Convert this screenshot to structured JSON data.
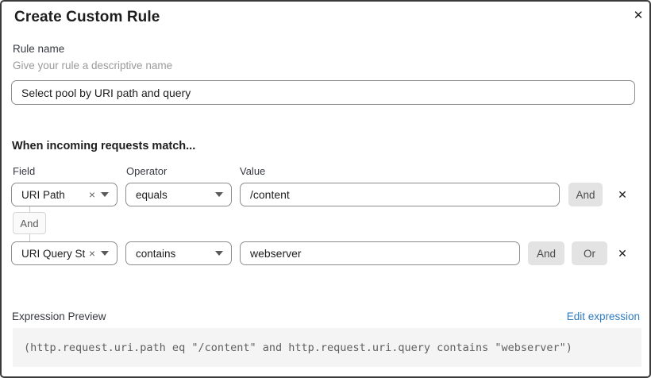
{
  "dialog": {
    "title": "Create Custom Rule"
  },
  "icons": {
    "close": "✕",
    "remove_option": "×",
    "delete_row": "✕"
  },
  "rule_name": {
    "label": "Rule name",
    "helper": "Give your rule a descriptive name",
    "value": "Select pool by URI path and query"
  },
  "match": {
    "heading": "When incoming requests match...",
    "columns": {
      "field": "Field",
      "operator": "Operator",
      "value": "Value"
    },
    "connector_label": "And",
    "rows": [
      {
        "field": "URI Path",
        "operator": "equals",
        "value": "/content",
        "and_button": "And"
      },
      {
        "field": "URI Query St...",
        "operator": "contains",
        "value": "webserver",
        "and_button": "And",
        "or_button": "Or"
      }
    ]
  },
  "expression": {
    "label": "Expression Preview",
    "edit_link": "Edit expression",
    "code": "(http.request.uri.path eq \"/content\" and http.request.uri.query contains \"webserver\")"
  },
  "colors": {
    "link_blue": "#2f7bbf",
    "button_gray_bg": "#e3e3e3",
    "code_bg": "#f4f4f4",
    "border_gray": "#8d8d8d",
    "dialog_border": "#3a3a3a"
  }
}
